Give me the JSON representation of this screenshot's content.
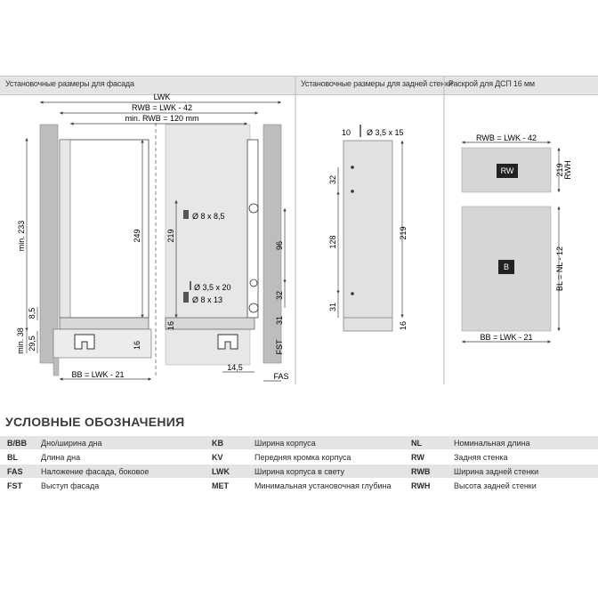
{
  "headers": {
    "facade": "Установочные размеры для фасада",
    "back_wall": "Установочные размеры для задней стенки",
    "cutting": "Раскрой для ДСП 16 мм"
  },
  "front_dims": {
    "lwk": "LWK",
    "rwb": "RWB = LWK - 42",
    "min_rwb": "min. RWB = 120 mm",
    "min233": "min. 233",
    "d249": "249",
    "d219": "219",
    "d96": "96",
    "d32": "32",
    "d31": "31",
    "d16a": "16",
    "d16b": "16",
    "d85": "8,5",
    "min38": "min. 38",
    "d295": "29,5",
    "bb": "BB = LWK - 21",
    "d145": "14,5",
    "fas": "FAS",
    "fst": "FST",
    "hole1": "Ø 8 x 8,5",
    "hole2": "Ø 3,5 x 20",
    "hole3": "Ø 8 x 13"
  },
  "back_dims": {
    "d10": "10",
    "screw": "Ø 3,5 x 15",
    "d32": "32",
    "d128": "128",
    "d31": "31",
    "d219": "219",
    "d16": "16"
  },
  "cutting": {
    "rwb": "RWB = LWK - 42",
    "rw": "RW",
    "rwh": "RWH",
    "d219": "219",
    "b": "B",
    "bl": "BL = NL - 12",
    "bb": "BB = LWK - 21"
  },
  "legend": {
    "title": "УСЛОВНЫЕ ОБОЗНАЧЕНИЯ",
    "rows": [
      [
        {
          "code": "B/BB",
          "text": "Дно/ширина дна"
        },
        {
          "code": "KB",
          "text": "Ширина корпуса"
        },
        {
          "code": "NL",
          "text": "Номинальная длина"
        }
      ],
      [
        {
          "code": "BL",
          "text": "Длина дна"
        },
        {
          "code": "KV",
          "text": "Передняя кромка корпуса"
        },
        {
          "code": "RW",
          "text": "Задняя стенка"
        }
      ],
      [
        {
          "code": "FAS",
          "text": "Наложение фасада, боковое"
        },
        {
          "code": "LWK",
          "text": "Ширина корпуса в свету"
        },
        {
          "code": "RWB",
          "text": "Ширина задней стенки"
        }
      ],
      [
        {
          "code": "FST",
          "text": "Выступ фасада"
        },
        {
          "code": "MET",
          "text": "Минимальная установочная глубина"
        },
        {
          "code": "RWH",
          "text": "Высота задней стенки"
        }
      ]
    ]
  }
}
